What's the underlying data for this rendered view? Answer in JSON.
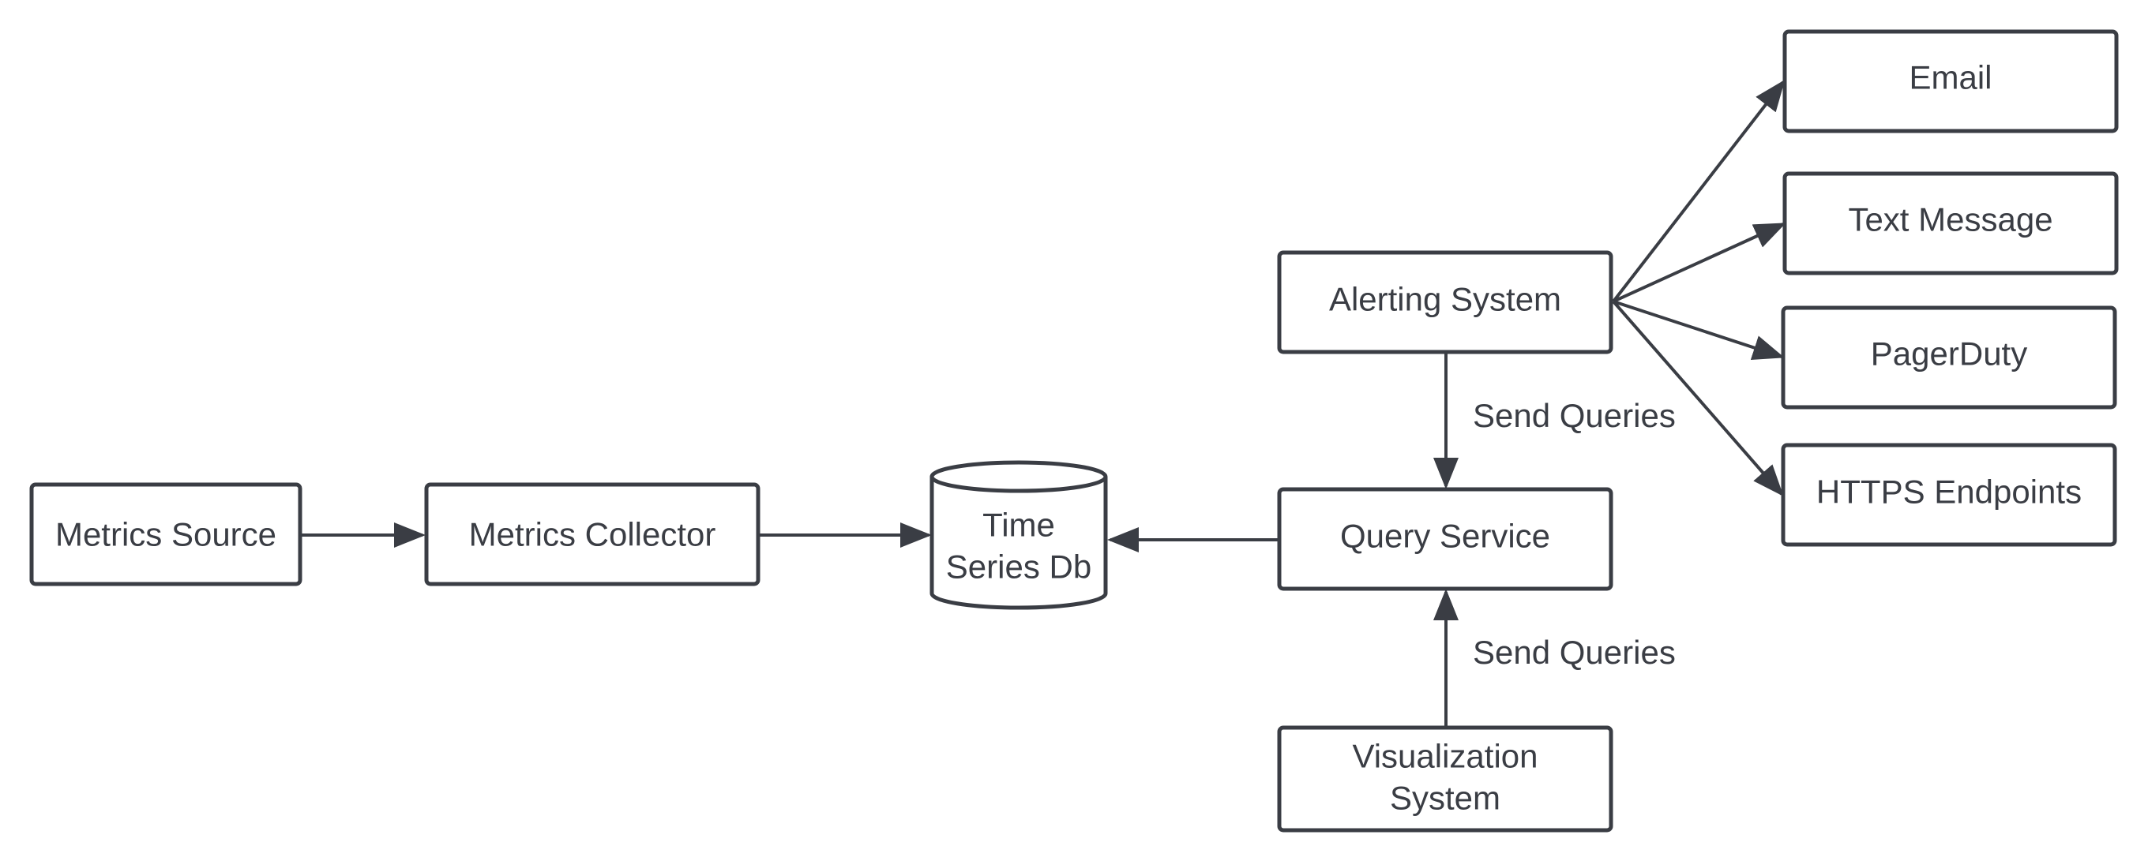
{
  "diagram": {
    "nodes": {
      "metrics_source": "Metrics Source",
      "metrics_collector": "Metrics Collector",
      "tsdb_line1": "Time",
      "tsdb_line2": "Series Db",
      "query_service": "Query Service",
      "alerting_system": "Alerting System",
      "visualization_line1": "Visualization",
      "visualization_line2": "System",
      "email": "Email",
      "text_message": "Text Message",
      "pagerduty": "PagerDuty",
      "https_endpoints": "HTTPS Endpoints"
    },
    "edge_labels": {
      "alerting_to_query": "Send Queries",
      "visualization_to_query": "Send Queries"
    },
    "colors": {
      "stroke": "#3a3d44",
      "background": "#ffffff"
    }
  }
}
